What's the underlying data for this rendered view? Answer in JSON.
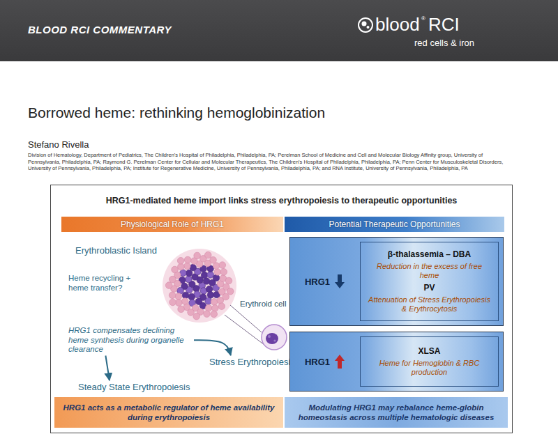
{
  "diagram": {
    "title": "Borrowed heme: rethinking hemoglobinization",
    "nodes": [
      {
        "text": [
          "BLOOD RCI COMMENTARY"
        ]
      },
      {
        "text": [
          "HRG1-mediated heme import links stress erythropoiesis to therapeutic opportunities"
        ]
      },
      {
        "text": [
          "Physiological Role of HRG1"
        ],
        "in": 1
      },
      {
        "text": [
          "Potential Therapeutic Opportunities"
        ],
        "in": 1
      },
      {
        "text": [
          "HRG1 compensates declining heme synthesis during organelle clearance"
        ],
        "in": 1
      },
      {
        "text": [
          "Stress Erythropoiesis"
        ],
        "in": 1
      },
      {
        "text": [
          "Steady State Erythropoiesis"
        ],
        "in": 1
      },
      {
        "text": [
          "HRG1",
          "β-thalassemia – DBA",
          "Reduction in the excess of free heme",
          "PV",
          "Attenuation of Stress Erythropoiesis & Erythrocytosis"
        ],
        "in": 1
      },
      {
        "text": [
          "HRG1",
          "XLSA",
          "Heme for Hemoglobin & RBC production"
        ],
        "in": 1
      },
      {
        "text": [
          "HRG1 acts as a metabolic regulator of heme availability during erythropoiesis"
        ],
        "in": 1
      },
      {
        "text": [
          "Modulating HRG1 may rebalance heme-globin homeostasis across multiple hematologic diseases"
        ],
        "in": 1
      }
    ],
    "edges": [
      {
        "from": 4,
        "to": 5,
        "arrow": "to"
      },
      {
        "from": 4,
        "to": 6,
        "arrow": "to"
      }
    ],
    "labels": [
      "blood",
      "®",
      "RCI",
      "red cells & iron",
      "Stefano Rivella",
      "Division of Hematology, Department of Pediatrics, The Children's Hospital of Philadelphia, Philadelphia, PA; Perelman School of Medicine and Cell and Molecular Biology Affinity group, University of Pennsylvania, Philadelphia, PA; Raymond G. Perelman Center for Cellular and Molecular Therapeutics, The Children's Hospital of Philadelphia, Philadelphia, PA; Penn Center for Musculoskeletal Disorders, University of Pennsylvania, Philadelphia, PA; Institute for Regenerative Medicine, University of Pennsylvania, Philadelphia, PA; and RNA Institute, University of Pennsylvania, Philadelphia, PA",
      "Erythroblastic Island",
      "Heme recycling + heme transfer?",
      "Erythroid cell"
    ]
  }
}
